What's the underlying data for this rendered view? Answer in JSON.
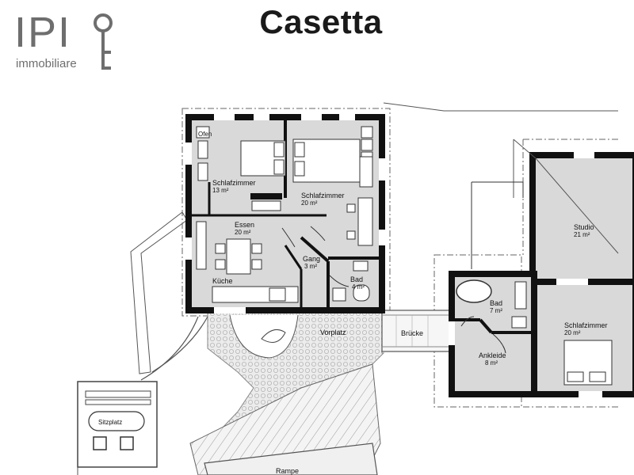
{
  "title": "Casetta",
  "logo": {
    "mark": "IPI",
    "subtitle": "immobiliare"
  },
  "rooms": {
    "ofen": "Ofen",
    "schlaf1": {
      "name": "Schlafzimmer",
      "area": "13 m²"
    },
    "schlaf2": {
      "name": "Schlafzimmer",
      "area": "20 m²"
    },
    "essen": {
      "name": "Essen",
      "area": "20 m²"
    },
    "gang": {
      "name": "Gang",
      "area": "3 m²"
    },
    "kueche": "Küche",
    "bad1": {
      "name": "Bad",
      "area": "4 m²"
    },
    "vorplatz": "Vorplatz",
    "bruecke": "Brücke",
    "bad2": {
      "name": "Bad",
      "area": "7 m²"
    },
    "ankleide": {
      "name": "Ankleide",
      "area": "8 m²"
    },
    "studio": {
      "name": "Studio",
      "area": "21 m²"
    },
    "schlaf3": {
      "name": "Schlafzimmer",
      "area": "20 m²"
    },
    "sitzplatz": "Sitzplatz",
    "rampe": "Rampe"
  },
  "colors": {
    "wall": "#111111",
    "floor": "#d9d9d9",
    "paving": "#e8e8e8",
    "logo": "#6e6e6e"
  }
}
